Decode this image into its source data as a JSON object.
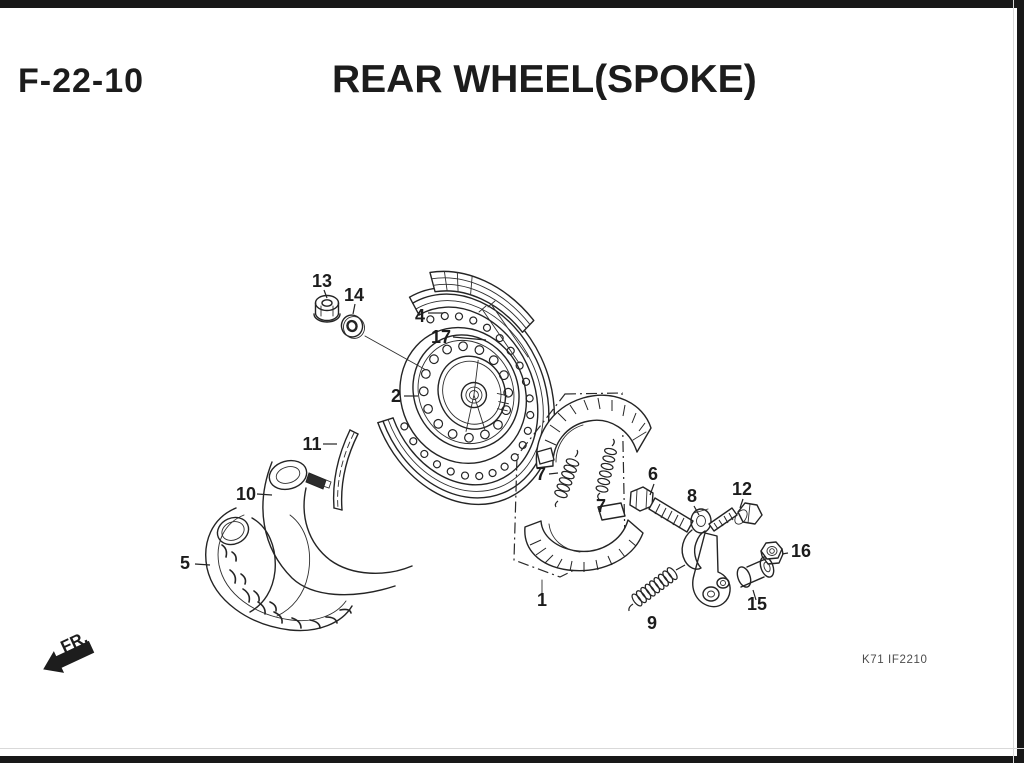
{
  "page": {
    "code": "F-22-10",
    "title": "REAR WHEEL(SPOKE)",
    "footer_code": "K71 IF2210",
    "fr_label": "FR."
  },
  "diagram": {
    "description": "Exploded line-art parts diagram of a rear spoke wheel: hub, rim, tire, inner tube, rim strip, brake shoes with springs, brake arm and fasteners",
    "part_labels": [
      {
        "num": "1"
      },
      {
        "num": "2"
      },
      {
        "num": "4"
      },
      {
        "num": "5"
      },
      {
        "num": "6"
      },
      {
        "num": "7"
      },
      {
        "num": "7"
      },
      {
        "num": "8"
      },
      {
        "num": "9"
      },
      {
        "num": "10"
      },
      {
        "num": "11"
      },
      {
        "num": "12"
      },
      {
        "num": "13"
      },
      {
        "num": "14"
      },
      {
        "num": "15"
      },
      {
        "num": "16"
      },
      {
        "num": "17"
      }
    ]
  }
}
